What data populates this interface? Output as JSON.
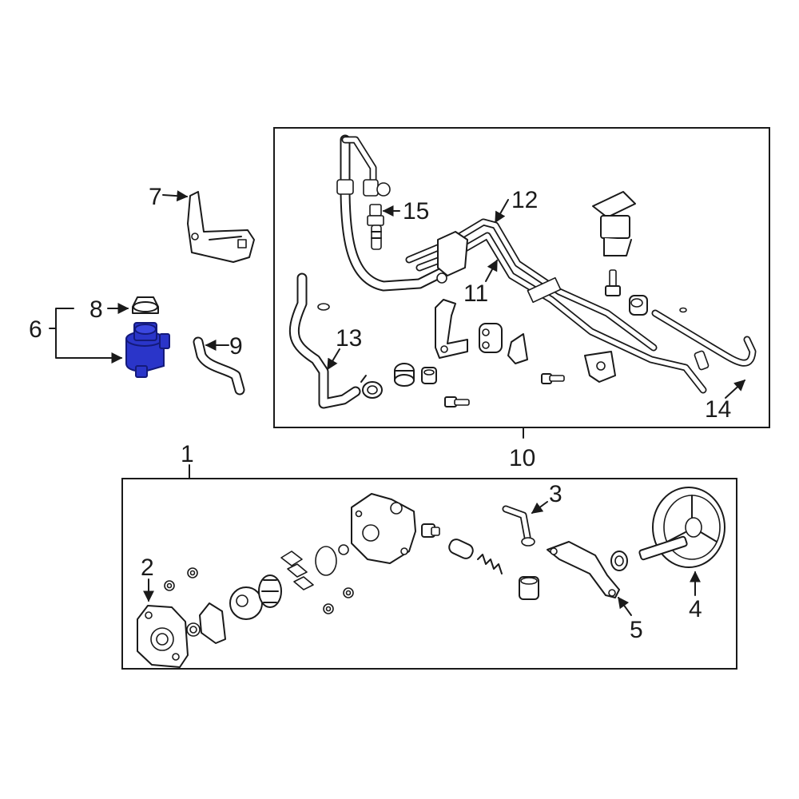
{
  "callouts": {
    "c1": "1",
    "c2": "2",
    "c3": "3",
    "c4": "4",
    "c5": "5",
    "c6": "6",
    "c7": "7",
    "c8": "8",
    "c9": "9",
    "c10": "10",
    "c11": "11",
    "c12": "12",
    "c13": "13",
    "c14": "14",
    "c15": "15"
  },
  "colors": {
    "highlight": "#2a35c9",
    "highlight_dark": "#141a7a",
    "line": "#1a1a1a",
    "background": "#ffffff"
  }
}
